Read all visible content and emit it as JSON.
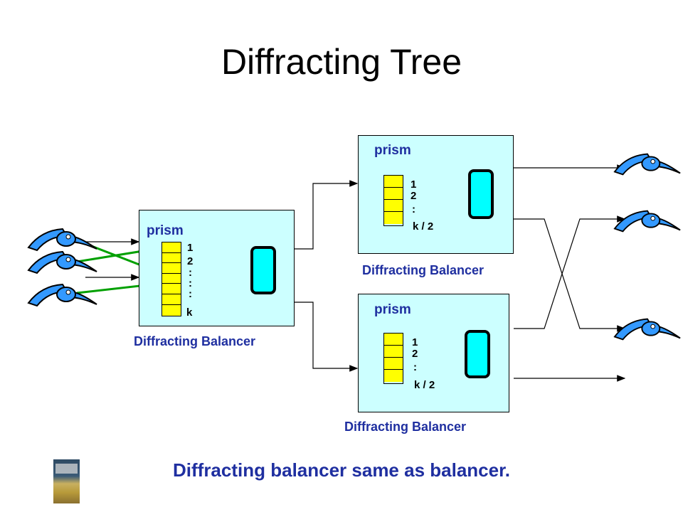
{
  "title": "Diffracting Tree",
  "caption": "Diffracting balancer same as balancer.",
  "colors": {
    "box_fill": "#ccffff",
    "prism_cell": "#ffff00",
    "toggle": "#00ffff",
    "label": "#1f2fa0",
    "token_arrow": "#00a000",
    "bird": "#3399ff"
  },
  "balancers": {
    "left": {
      "prism_label": "prism",
      "label": "Diffracting Balancer",
      "slot_first": "1",
      "slot_second": "2",
      "slot_dots": ":\n:\n:",
      "slot_last": "k"
    },
    "top": {
      "prism_label": "prism",
      "label": "Diffracting Balancer",
      "slot_first": "1",
      "slot_second": "2",
      "slot_dots": ":",
      "slot_last": "k / 2"
    },
    "bottom": {
      "prism_label": "prism",
      "label": "Diffracting Balancer",
      "slot_first": "1",
      "slot_second": "2",
      "slot_dots": ":",
      "slot_last": "k / 2"
    }
  },
  "icons": {
    "token": "bird-icon",
    "book": "book-cover-icon"
  }
}
